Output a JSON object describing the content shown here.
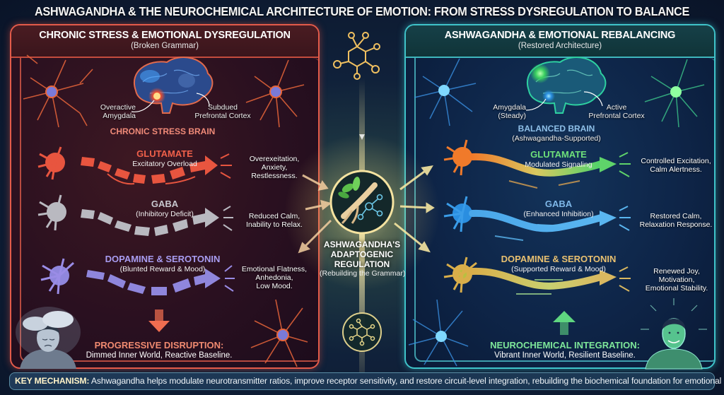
{
  "title": "ASHWAGANDHA & THE NEUROCHEMICAL ARCHITECTURE OF EMOTION: FROM STRESS DYSREGULATION TO BALANCE",
  "colors": {
    "stress_accent": "#e35b4a",
    "balance_accent": "#3fc3c9",
    "glutamate_stress": "#e8553f",
    "gaba_stress": "#b9b9bf",
    "dopamine_stress": "#9a8ce6",
    "glutamate_balance": "#5fd36a",
    "gaba_balance": "#4aa7ea",
    "dopamine_balance": "#e0b860",
    "center_glow": "#f6e6a0"
  },
  "left_panel": {
    "title": "CHRONIC STRESS & EMOTIONAL DYSREGULATION",
    "subtitle": "(Broken Grammar)",
    "brain": {
      "label_left": "Overactive\nAmygdala",
      "label_left_1": "Overactive",
      "label_left_2": "Amygdala",
      "label_right_1": "Subdued",
      "label_right_2": "Prefrontal Cortex",
      "title": "CHRONIC STRESS BRAIN"
    },
    "pathways": [
      {
        "name": "GLUTAMATE",
        "sub": "Excitatory Overload",
        "effect": [
          "Overexeitation,",
          "Anxiety,",
          "Restlessness."
        ]
      },
      {
        "name": "GABA",
        "sub": "(Inhibitory Deficit)",
        "effect": [
          "Reduced Calm,",
          "Inability to Relax."
        ]
      },
      {
        "name": "DOPAMINE & SEROTONIN",
        "sub": "(Blunted Reward & Mood)",
        "effect": [
          "Emotional Flatness,",
          "Anhedonia,",
          "Low Mood."
        ]
      }
    ],
    "summary": {
      "title": "PROGRESSIVE DISRUPTION:",
      "sub": "Dimmed Inner World, Reactive Baseline."
    },
    "icons": [
      "neuron-icon",
      "brain-icon",
      "down-arrow-icon",
      "stressed-person-icon"
    ]
  },
  "center": {
    "title_1": "ASHWAGANDHA'S",
    "title_2": "ADAPTOGENIC",
    "title_3": "REGULATION",
    "sub": "(Rebuilding the Grammar)",
    "icons": [
      "molecule-icon",
      "ashwagandha-root-icon",
      "molecule-icon"
    ]
  },
  "right_panel": {
    "title": "ASHWAGANDHA & EMOTIONAL REBALANCING",
    "subtitle": "(Restored Architecture)",
    "brain": {
      "label_left_1": "Amygdala",
      "label_left_2": "(Steady)",
      "label_right_1": "Active",
      "label_right_2": "Prefrontal Cortex",
      "title": "BALANCED BRAIN",
      "sub": "(Ashwagandha-Supported)"
    },
    "pathways": [
      {
        "name": "GLUTAMATE",
        "sub": "Modulated Signaling",
        "effect": [
          "Controlled Excitation,",
          "Calm Alertness."
        ]
      },
      {
        "name": "GABA",
        "sub": "(Enhanced Inhibition)",
        "effect": [
          "Restored Calm,",
          "Relaxation Response."
        ]
      },
      {
        "name": "DOPAMINE & SEROTONIN",
        "sub": "(Supported Reward & Mood)",
        "effect": [
          "Renewed Joy,",
          "Motivation,",
          "Emotional Stability."
        ]
      }
    ],
    "summary": {
      "title": "NEUROCHEMICAL INTEGRATION:",
      "sub": "Vibrant Inner World, Resilient Baseline."
    },
    "icons": [
      "neuron-icon",
      "brain-icon",
      "up-arrow-icon",
      "happy-person-icon"
    ]
  },
  "key_mechanism": {
    "label": "KEY MECHANISM:",
    "text": " Ashwagandha helps modulate neurotransmitter ratios, improve receptor sensitivity, and restore circuit-level integration, rebuilding the biochemical foundation for emotional health."
  }
}
